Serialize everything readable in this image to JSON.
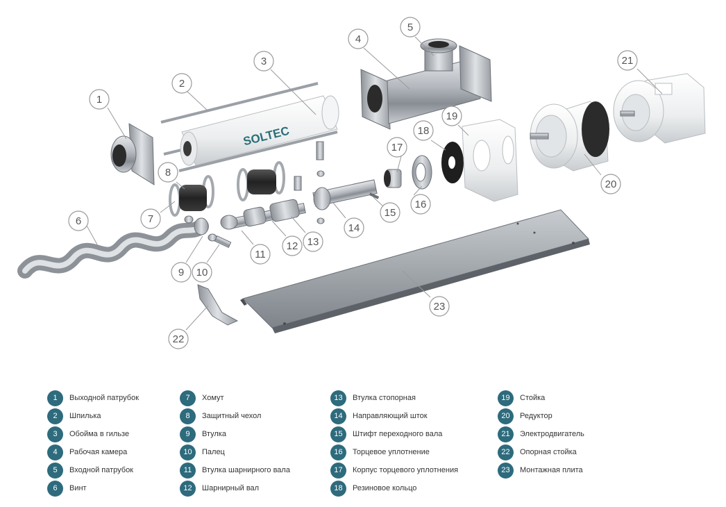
{
  "brand": "SOLTEC",
  "colors": {
    "accent": "#2d6b7d",
    "brand_text": "#2a6f7a",
    "metal": "#b8bcc2",
    "rubber": "#2a2a2a"
  },
  "parts": [
    {
      "num": "1",
      "label": "Выходной патрубок"
    },
    {
      "num": "2",
      "label": "Шпилька"
    },
    {
      "num": "3",
      "label": "Обойма в гильзе"
    },
    {
      "num": "4",
      "label": "Рабочая камера"
    },
    {
      "num": "5",
      "label": "Входной патрубок"
    },
    {
      "num": "6",
      "label": "Винт"
    },
    {
      "num": "7",
      "label": "Хомут"
    },
    {
      "num": "8",
      "label": "Защитный чехол"
    },
    {
      "num": "9",
      "label": "Втулка"
    },
    {
      "num": "10",
      "label": "Палец"
    },
    {
      "num": "11",
      "label": "Втулка шарнирного вала"
    },
    {
      "num": "12",
      "label": "Шарнирный вал"
    },
    {
      "num": "13",
      "label": "Втулка стопорная"
    },
    {
      "num": "14",
      "label": "Направляющий шток"
    },
    {
      "num": "15",
      "label": "Штифт переходного вала"
    },
    {
      "num": "16",
      "label": "Торцевое уплотнение"
    },
    {
      "num": "17",
      "label": "Корпус торцевого уплотнения"
    },
    {
      "num": "18",
      "label": "Резиновое кольцо"
    },
    {
      "num": "19",
      "label": "Стойка"
    },
    {
      "num": "20",
      "label": "Редуктор"
    },
    {
      "num": "21",
      "label": "Электродвигатель"
    },
    {
      "num": "22",
      "label": "Опорная стойка"
    },
    {
      "num": "23",
      "label": "Монтажная плита"
    }
  ]
}
